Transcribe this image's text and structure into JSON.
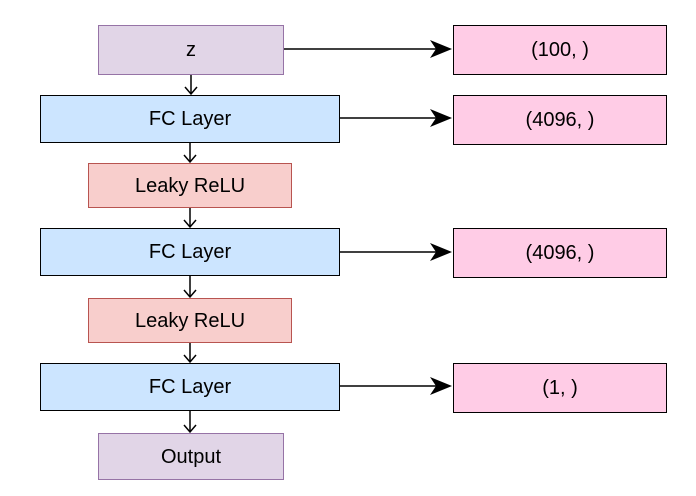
{
  "diagram": {
    "input_label": "z",
    "layers": [
      {
        "label": "FC Layer"
      },
      {
        "label": "Leaky ReLU"
      },
      {
        "label": "FC Layer"
      },
      {
        "label": "Leaky ReLU"
      },
      {
        "label": "FC Layer"
      }
    ],
    "output_label": "Output",
    "shapes": [
      "(100, )",
      "(4096, )",
      "(4096, )",
      "(1, )"
    ],
    "colors": {
      "io_fill": "#e1d5e7",
      "io_border": "#9673a6",
      "fc_fill": "#cce5ff",
      "relu_fill": "#f8cecc",
      "relu_border": "#b85450",
      "shape_fill": "#ffcce6",
      "stroke": "#000000"
    }
  }
}
